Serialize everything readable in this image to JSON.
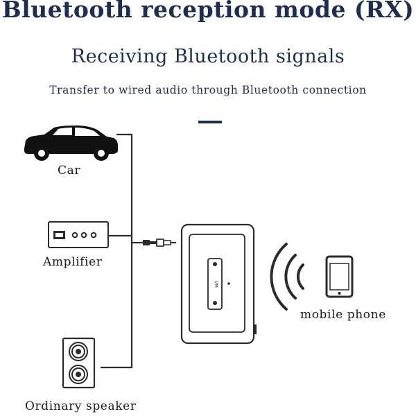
{
  "header": {
    "title": "Bluetooth reception mode (RX)",
    "subtitle": "Receiving Bluetooth signals",
    "description": "Transfer to wired audio through Bluetooth connection"
  },
  "devices": {
    "car": "Car",
    "amplifier": "Amplifier",
    "speaker": "Ordinary speaker",
    "phone": "mobile phone"
  },
  "receiver": {
    "button_label": "I/M"
  },
  "colors": {
    "title": "#1f2d4f",
    "line": "#2b2b2b"
  },
  "icons": [
    "car-icon",
    "amplifier-icon",
    "speaker-icon",
    "receiver-device",
    "audio-jack-icon",
    "wireless-signal-icon",
    "mobile-phone-icon"
  ]
}
